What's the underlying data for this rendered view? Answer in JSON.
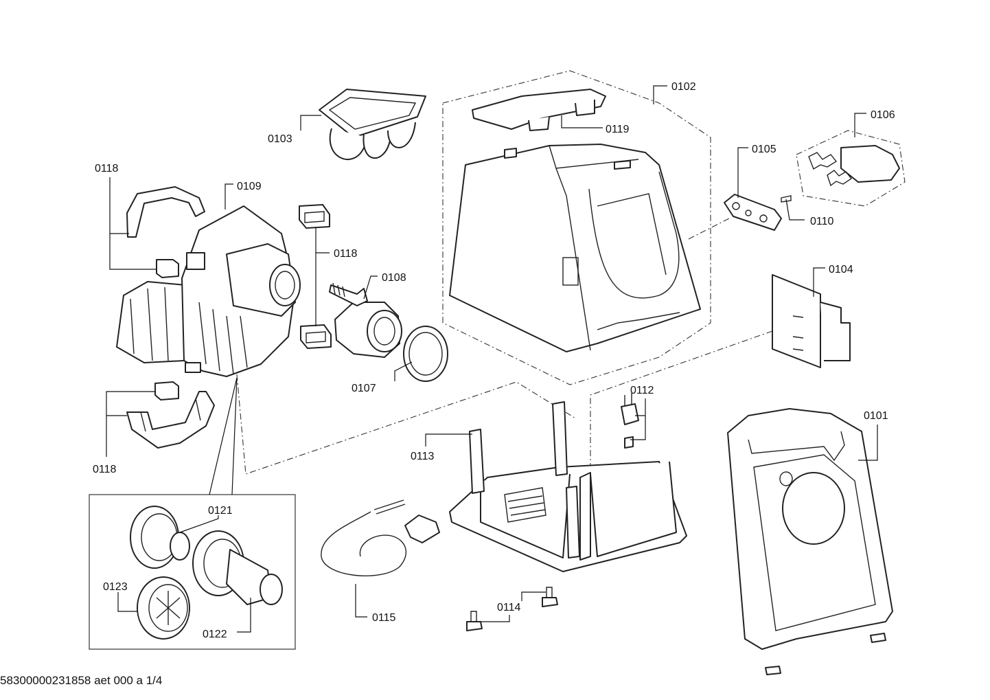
{
  "parts": {
    "p0101": "0101",
    "p0102": "0102",
    "p0103": "0103",
    "p0104": "0104",
    "p0105": "0105",
    "p0106": "0106",
    "p0107": "0107",
    "p0108": "0108",
    "p0109": "0109",
    "p0110": "0110",
    "p0112": "0112",
    "p0113": "0113",
    "p0114": "0114",
    "p0115": "0115",
    "p0118": "0118",
    "p0119": "0119",
    "p0121": "0121",
    "p0122": "0122",
    "p0123": "0123"
  },
  "footer": "58300000231858 aet 000 a 1/4"
}
